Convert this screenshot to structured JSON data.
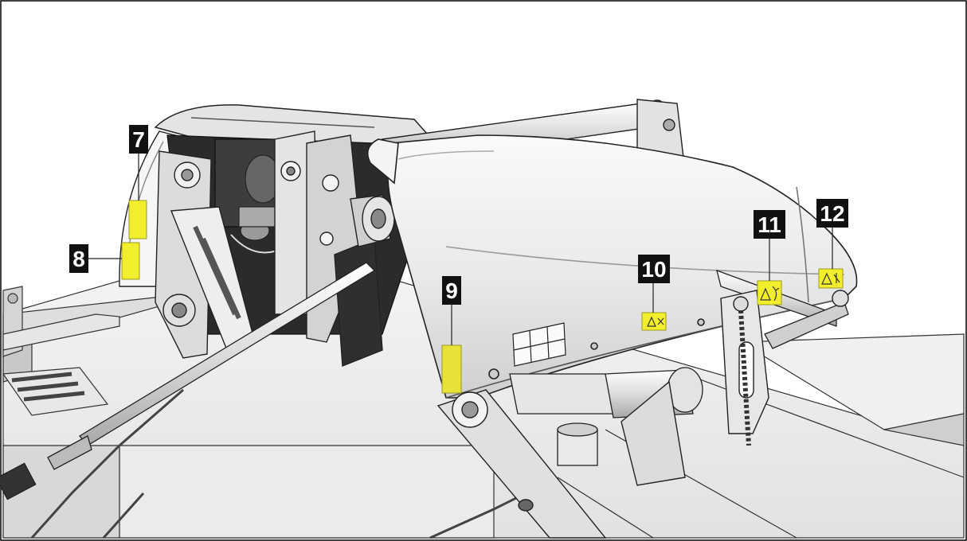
{
  "callouts": [
    {
      "id": "callout-7",
      "label": "7"
    },
    {
      "id": "callout-8",
      "label": "8"
    },
    {
      "id": "callout-9",
      "label": "9"
    },
    {
      "id": "callout-10",
      "label": "10"
    },
    {
      "id": "callout-11",
      "label": "11"
    },
    {
      "id": "callout-12",
      "label": "12"
    }
  ],
  "colors": {
    "decal": "#f2ee2b",
    "decal_dark": "#c9c619",
    "callout_bg": "#111111",
    "callout_text": "#ffffff",
    "line": "#222222",
    "metal_light": "#f1f1f1",
    "metal_mid": "#cfcfcf",
    "metal_dark": "#7a7a7a",
    "black_part": "#2a2a2a"
  },
  "icons": [
    "warning-triangle-icon",
    "hazard-pictogram-icon"
  ]
}
